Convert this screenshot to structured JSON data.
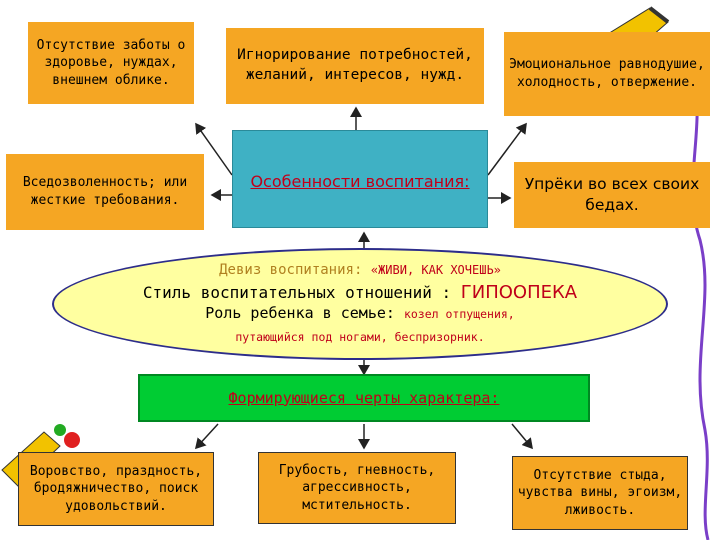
{
  "boxes": {
    "top_left": "Отсутствие заботы о здоровье, нуждах, внешнем облике.",
    "top_mid": "Игнорирование потребностей, желаний, интересов, нужд.",
    "top_right": "Эмоциональное равнодушие, холодность, отвержение.",
    "mid_left": "Вседозволенность; или жесткие требования.",
    "center": "Особенности воспитания:",
    "mid_right": "Упрёки во всех своих бедах.",
    "traits": "Формирующиеся черты характера:",
    "bot_left": "Воровство, праздность, бродяжничество, поиск удовольствий.",
    "bot_mid": "Грубость, гневность, агрессивность, мстительность.",
    "bot_right": "Отсутствие стыда, чувства вины, эгоизм, лживость."
  },
  "ellipse": {
    "motto_label": "Девиз воспитания:",
    "motto": "«ЖИВИ, КАК ХОЧЕШЬ»",
    "style_label": "Стиль воспитательных отношений :",
    "style": "ГИПООПЕКА",
    "role_label": "Роль ребенка в семье:",
    "role": "козел отпущения,",
    "role2": "путающийся под ногами, беспризорник."
  },
  "colors": {
    "orange": "#f5a623",
    "teal": "#3fb1c4",
    "green": "#00cc33",
    "ellipse_fill": "#ffffa0",
    "ellipse_border": "#2d2d8a",
    "accent_red": "#c0001a",
    "pencil_purple": "#7a3fc8"
  },
  "icons": [
    "pencil-icon",
    "pushpin-icon"
  ]
}
